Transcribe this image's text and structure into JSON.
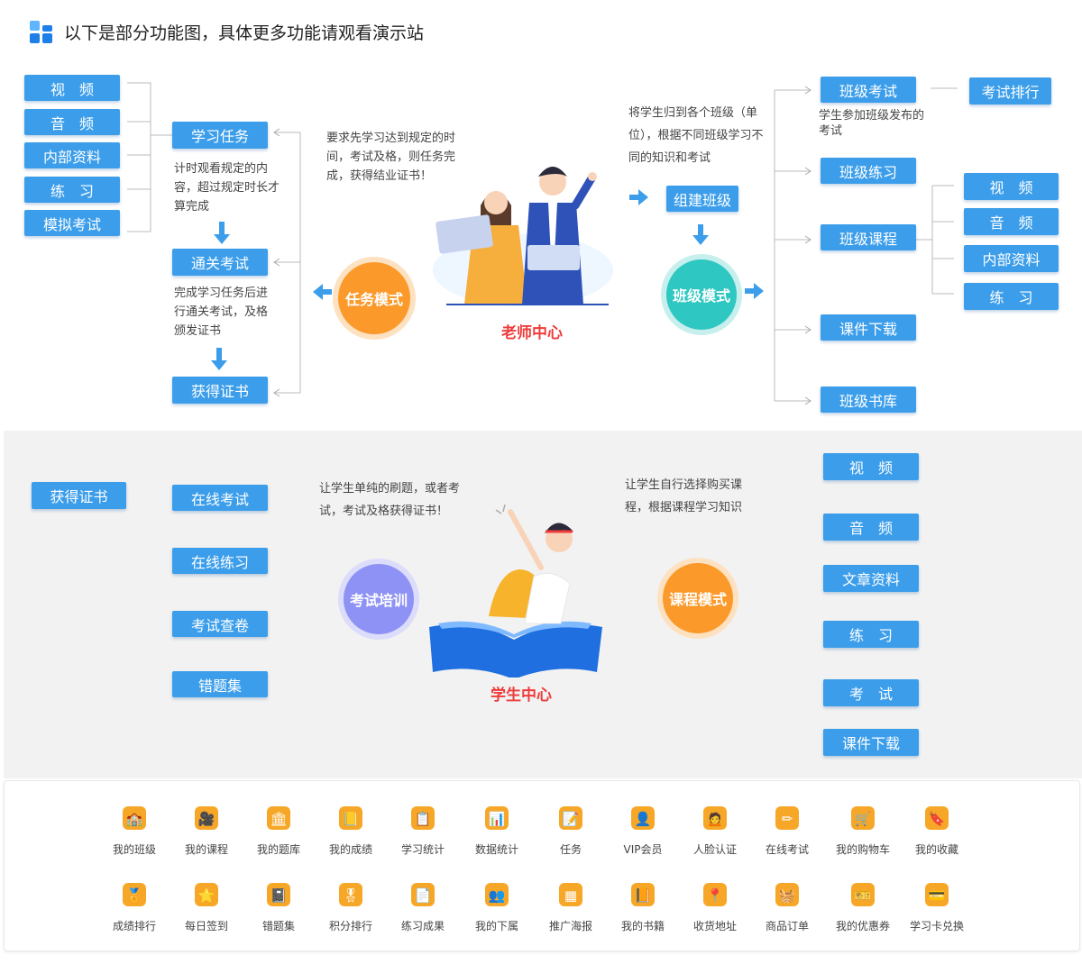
{
  "header": {
    "title": "以下是部分功能图，具体更多功能请观看演示站"
  },
  "teacher": {
    "center_label": "老师中心",
    "left_items": [
      "视　频",
      "音　频",
      "内部资料",
      "练　习",
      "模拟考试"
    ],
    "task": {
      "mode": "任务模式",
      "step1": "学习任务",
      "step1_desc": "计时观看规定的内容，超过规定时长才算完成",
      "step2": "通关考试",
      "step2_desc": "完成学习任务后进行通关考试，及格颁发证书",
      "step3": "获得证书",
      "intro": "要求先学习达到规定的时间，考试及格，则任务完成，获得结业证书！"
    },
    "class": {
      "mode": "班级模式",
      "build": "组建班级",
      "intro": "将学生归到各个班级（单位），根据不同班级学习不同的知识和考试",
      "exam": "班级考试",
      "exam_rank": "考试排行",
      "exam_desc": "学生参加班级发布的考试",
      "practice": "班级练习",
      "course": "班级课程",
      "course_items": [
        "视　频",
        "音　频",
        "内部资料",
        "练　习"
      ],
      "download": "课件下载",
      "library": "班级书库"
    }
  },
  "student": {
    "center_label": "学生中心",
    "exam_mode": {
      "mode": "考试培训",
      "intro": "让学生单纯的刷题，或者考试，考试及格获得证书！",
      "items": [
        "在线考试",
        "在线练习",
        "考试查卷",
        "错题集"
      ],
      "cert": "获得证书"
    },
    "course_mode": {
      "mode": "课程模式",
      "intro": "让学生自行选择购买课程，根据课程学习知识",
      "items": [
        "视　频",
        "音　频",
        "文章资料",
        "练　习",
        "考　试",
        "课件下载"
      ]
    }
  },
  "features": {
    "row1": [
      {
        "label": "我的班级",
        "icon": "school-icon"
      },
      {
        "label": "我的课程",
        "icon": "camera-icon"
      },
      {
        "label": "我的题库",
        "icon": "bank-icon"
      },
      {
        "label": "我的成绩",
        "icon": "medal-book-icon"
      },
      {
        "label": "学习统计",
        "icon": "report-icon"
      },
      {
        "label": "数据统计",
        "icon": "data-icon"
      },
      {
        "label": "任务",
        "icon": "task-icon"
      },
      {
        "label": "VIP会员",
        "icon": "vip-icon"
      },
      {
        "label": "人脸认证",
        "icon": "face-icon"
      },
      {
        "label": "在线考试",
        "icon": "pencil-icon"
      },
      {
        "label": "我的购物车",
        "icon": "cart-icon"
      },
      {
        "label": "我的收藏",
        "icon": "bookmark-icon"
      }
    ],
    "row2": [
      {
        "label": "成绩排行",
        "icon": "award-icon"
      },
      {
        "label": "每日签到",
        "icon": "signin-icon"
      },
      {
        "label": "错题集",
        "icon": "notebook-icon"
      },
      {
        "label": "积分排行",
        "icon": "ribbon-icon"
      },
      {
        "label": "练习成果",
        "icon": "edit-doc-icon"
      },
      {
        "label": "我的下属",
        "icon": "team-icon"
      },
      {
        "label": "推广海报",
        "icon": "qrcode-icon"
      },
      {
        "label": "我的书籍",
        "icon": "book-icon"
      },
      {
        "label": "收货地址",
        "icon": "location-icon"
      },
      {
        "label": "商品订单",
        "icon": "basket-icon"
      },
      {
        "label": "我的优惠券",
        "icon": "coupon-icon"
      },
      {
        "label": "学习卡兑换",
        "icon": "card-icon"
      }
    ]
  },
  "colors": {
    "box": "#3c9eea",
    "orange": "#fb9a2b",
    "teal": "#2fc7c1",
    "purple": "#8e92f4",
    "accent_red": "#ef3b3b",
    "icon_orange": "#f7a21b"
  }
}
